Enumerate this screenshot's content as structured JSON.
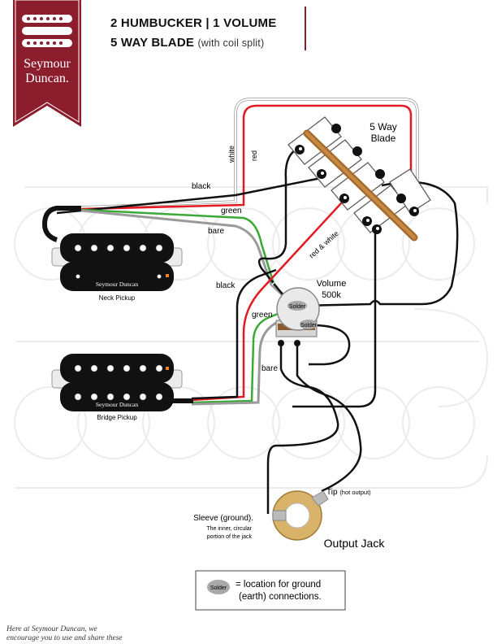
{
  "header": {
    "line1": "2 HUMBUCKER | 1 VOLUME",
    "line2_main": "5 WAY BLADE",
    "line2_sub": "(with coil split)"
  },
  "logo": {
    "line1": "Seymour",
    "line2": "Duncan."
  },
  "colors": {
    "brand": "#8b1d2c",
    "red": "#e21b23",
    "green": "#3aa935",
    "bare": "#9a9a9a",
    "jack": "#d9b36a"
  },
  "switch": {
    "line1": "5 Way",
    "line2": "Blade"
  },
  "pot": {
    "line1": "Volume",
    "line2": "500k",
    "solder1": "Solder",
    "solder2": "Solder"
  },
  "wires": {
    "white": "white",
    "red": "red",
    "black_top": "black",
    "green_top": "green",
    "bare_top": "bare",
    "red_white": "red & white",
    "black_mid": "black",
    "green_mid": "green",
    "bare_mid": "bare"
  },
  "pickups": {
    "neck": {
      "brand": "Seymour Duncan",
      "caption": "Neck Pickup"
    },
    "bridge": {
      "brand": "Seymour Duncan",
      "caption": "Bridge Pickup"
    }
  },
  "jack": {
    "tip": "Tip",
    "tip_note": "(hot output)",
    "sleeve": "Sleeve (ground).",
    "sleeve_note1": "The inner, circular",
    "sleeve_note2": "portion of the jack",
    "title": "Output Jack"
  },
  "legend": {
    "solder": "Solder",
    "line1": "= location for ground",
    "line2": "(earth) connections."
  },
  "credit": {
    "line1": "Here at Seymour Duncan, we",
    "line2": "encourage you to use and share these"
  }
}
